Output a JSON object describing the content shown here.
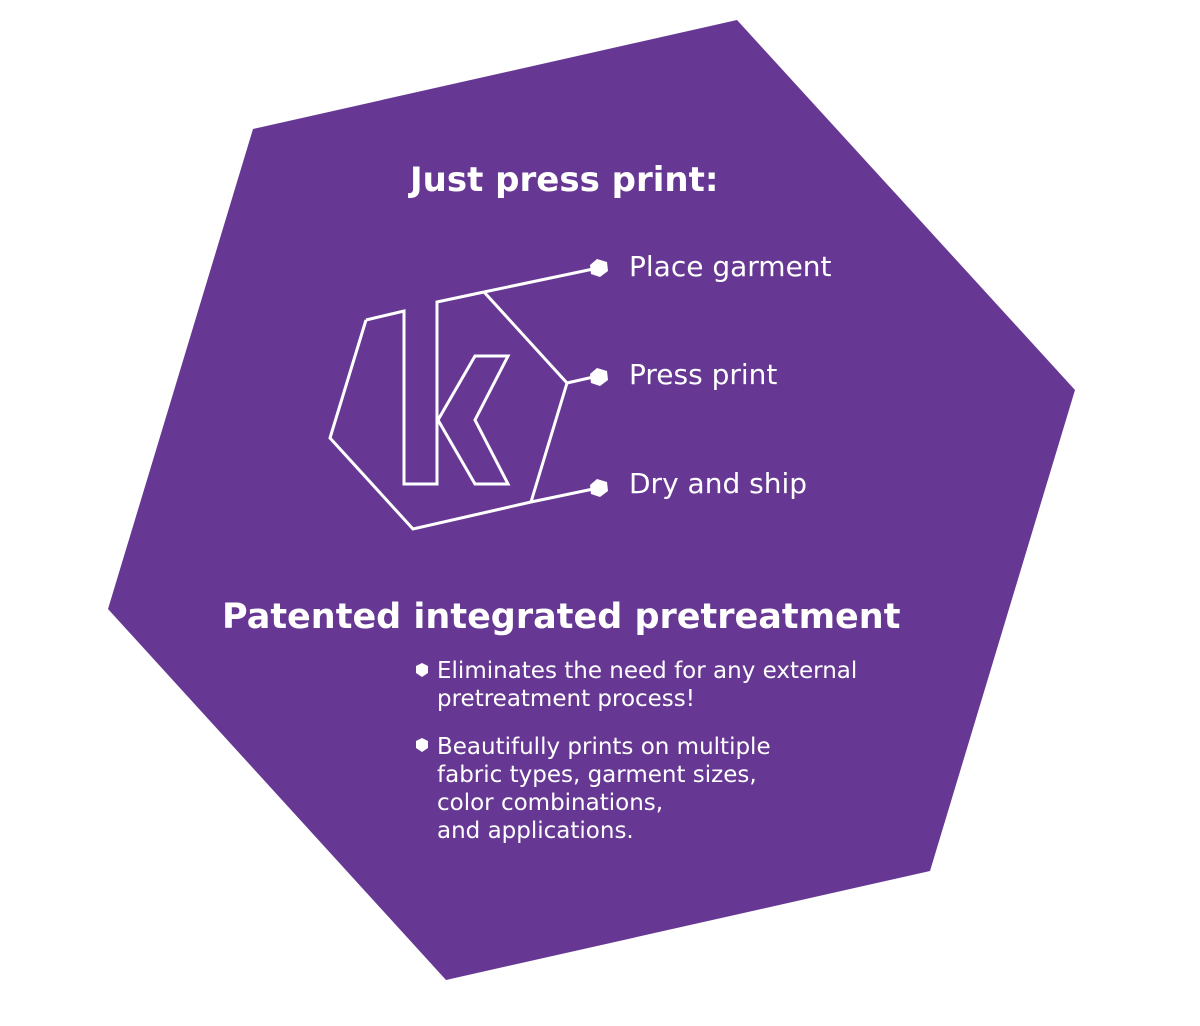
{
  "colors": {
    "hexagon_fill": "#673893",
    "foreground": "#ffffff",
    "background": "#ffffff"
  },
  "heading": "Just press print:",
  "logo": {
    "icon": "kornit-k-hexagon-logo"
  },
  "steps": [
    {
      "label": "Place garment",
      "icon": "hexagon-bullet-icon"
    },
    {
      "label": "Press print",
      "icon": "hexagon-bullet-icon"
    },
    {
      "label": "Dry and ship",
      "icon": "hexagon-bullet-icon"
    }
  ],
  "section": {
    "title": "Patented integrated pretreatment",
    "bullets": [
      {
        "lines": [
          "Eliminates the need for any external",
          "pretreatment process!"
        ],
        "icon": "hexagon-bullet-icon"
      },
      {
        "lines": [
          "Beautifully prints on multiple",
          "fabric types, garment sizes,",
          "color combinations,",
          "and applications."
        ],
        "icon": "hexagon-bullet-icon"
      }
    ]
  }
}
